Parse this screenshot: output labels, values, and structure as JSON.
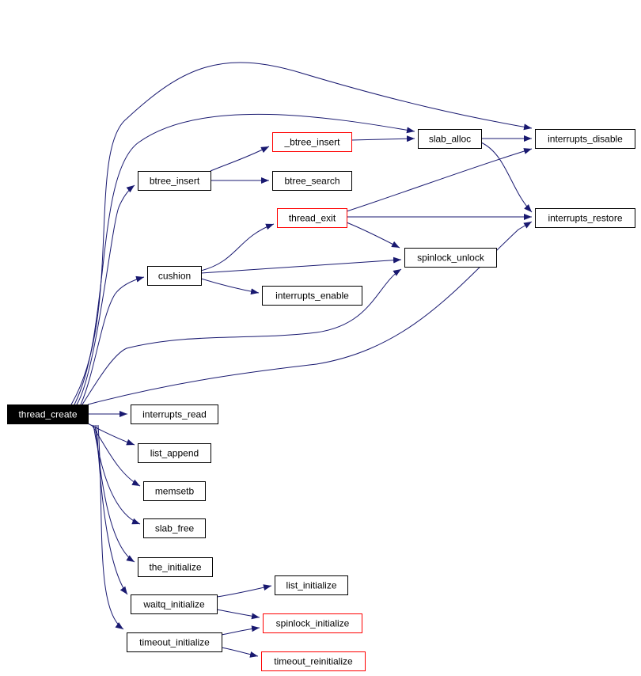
{
  "colors": {
    "edge": "#191970",
    "normal_border": "#000000",
    "truncated_border": "#ff0000",
    "root_fill": "#000000",
    "root_text": "#ffffff"
  },
  "nodes": [
    {
      "id": "thread_create",
      "label": "thread_create",
      "kind": "root"
    },
    {
      "id": "btree_insert",
      "label": "btree_insert",
      "kind": "normal"
    },
    {
      "id": "cushion",
      "label": "cushion",
      "kind": "normal"
    },
    {
      "id": "interrupts_read",
      "label": "interrupts_read",
      "kind": "normal"
    },
    {
      "id": "list_append",
      "label": "list_append",
      "kind": "normal"
    },
    {
      "id": "memsetb",
      "label": "memsetb",
      "kind": "normal"
    },
    {
      "id": "slab_free",
      "label": "slab_free",
      "kind": "normal"
    },
    {
      "id": "the_initialize",
      "label": "the_initialize",
      "kind": "normal"
    },
    {
      "id": "waitq_initialize",
      "label": "waitq_initialize",
      "kind": "normal"
    },
    {
      "id": "timeout_initialize",
      "label": "timeout_initialize",
      "kind": "normal"
    },
    {
      "id": "_btree_insert",
      "label": "_btree_insert",
      "kind": "truncated"
    },
    {
      "id": "btree_search",
      "label": "btree_search",
      "kind": "normal"
    },
    {
      "id": "thread_exit",
      "label": "thread_exit",
      "kind": "truncated"
    },
    {
      "id": "interrupts_enable",
      "label": "interrupts_enable",
      "kind": "normal"
    },
    {
      "id": "list_initialize",
      "label": "list_initialize",
      "kind": "normal"
    },
    {
      "id": "spinlock_initialize",
      "label": "spinlock_initialize",
      "kind": "truncated"
    },
    {
      "id": "timeout_reinitialize",
      "label": "timeout_reinitialize",
      "kind": "truncated"
    },
    {
      "id": "slab_alloc",
      "label": "slab_alloc",
      "kind": "normal"
    },
    {
      "id": "spinlock_unlock",
      "label": "spinlock_unlock",
      "kind": "normal"
    },
    {
      "id": "interrupts_disable",
      "label": "interrupts_disable",
      "kind": "normal"
    },
    {
      "id": "interrupts_restore",
      "label": "interrupts_restore",
      "kind": "normal"
    }
  ],
  "edges": [
    {
      "from": "thread_create",
      "to": "btree_insert"
    },
    {
      "from": "thread_create",
      "to": "cushion"
    },
    {
      "from": "thread_create",
      "to": "interrupts_read"
    },
    {
      "from": "thread_create",
      "to": "list_append"
    },
    {
      "from": "thread_create",
      "to": "memsetb"
    },
    {
      "from": "thread_create",
      "to": "slab_free"
    },
    {
      "from": "thread_create",
      "to": "the_initialize"
    },
    {
      "from": "thread_create",
      "to": "waitq_initialize"
    },
    {
      "from": "thread_create",
      "to": "timeout_initialize"
    },
    {
      "from": "thread_create",
      "to": "slab_alloc"
    },
    {
      "from": "thread_create",
      "to": "interrupts_disable"
    },
    {
      "from": "thread_create",
      "to": "spinlock_unlock"
    },
    {
      "from": "thread_create",
      "to": "interrupts_restore"
    },
    {
      "from": "btree_insert",
      "to": "_btree_insert"
    },
    {
      "from": "btree_insert",
      "to": "btree_search"
    },
    {
      "from": "_btree_insert",
      "to": "slab_alloc"
    },
    {
      "from": "slab_alloc",
      "to": "interrupts_disable"
    },
    {
      "from": "slab_alloc",
      "to": "interrupts_restore"
    },
    {
      "from": "cushion",
      "to": "thread_exit"
    },
    {
      "from": "cushion",
      "to": "spinlock_unlock"
    },
    {
      "from": "cushion",
      "to": "interrupts_enable"
    },
    {
      "from": "thread_exit",
      "to": "interrupts_disable"
    },
    {
      "from": "thread_exit",
      "to": "interrupts_restore"
    },
    {
      "from": "thread_exit",
      "to": "spinlock_unlock"
    },
    {
      "from": "waitq_initialize",
      "to": "list_initialize"
    },
    {
      "from": "waitq_initialize",
      "to": "spinlock_initialize"
    },
    {
      "from": "timeout_initialize",
      "to": "spinlock_initialize"
    },
    {
      "from": "timeout_initialize",
      "to": "timeout_reinitialize"
    }
  ]
}
